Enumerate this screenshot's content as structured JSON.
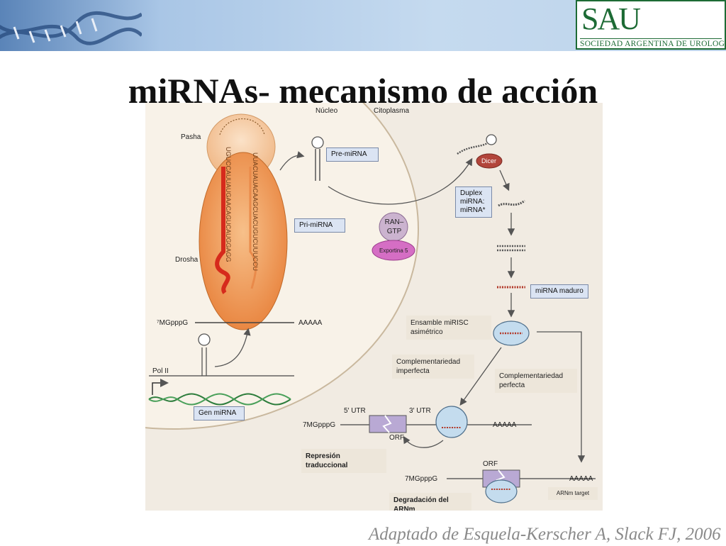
{
  "header": {
    "logo_mark": "SAU",
    "logo_name": "SOCIEDAD ARGENTINA DE UROLOGIA"
  },
  "title": "miRNAs- mecanismo de acción",
  "diagram": {
    "compartments": {
      "nucleus": "Núcleo",
      "cytoplasm": "Citoplasma"
    },
    "labels": {
      "pasha": "Pasha",
      "drosha": "Drosha",
      "cap_pri": "⁷MGpppG",
      "polya_pri": "AAAAA",
      "pol2": "Pol II",
      "ran_gtp": "RAN–GTP",
      "exportin": "Exportina 5",
      "dicer": "Dicer",
      "utr5": "5′ UTR",
      "utr3": "3′ UTR",
      "orf1": "ORF",
      "cap1": "7MGpppG",
      "polya1": "AAAAA",
      "orf2": "ORF",
      "cap2": "7MGpppG",
      "polya2": "AAAAA"
    },
    "boxes": {
      "gen_mirna": "Gen miRNA",
      "pri_mirna": "Pri-miRNA",
      "pre_mirna": "Pre-miRNA",
      "duplex": "Duplex miRNA: miRNA*",
      "mature": "miRNA maduro"
    },
    "panels": {
      "risc": "Ensamble miRISC asimétrico",
      "imperfect": "Complementariedad imperfecta",
      "perfect": "Complementariedad perfecta",
      "repression": "Represión traduccional",
      "degradation": "Degradación del ARNm",
      "target": "ARNm target"
    },
    "pri_sequence_left": "UGUCCAUUAUGAACAGUCAUGGAGG",
    "pri_sequence_right": "UUACUAUACAAGCUACUGUCUUUCCU"
  },
  "citation": "Adaptado de Esquela-Kerscher A, Slack FJ, 2006"
}
